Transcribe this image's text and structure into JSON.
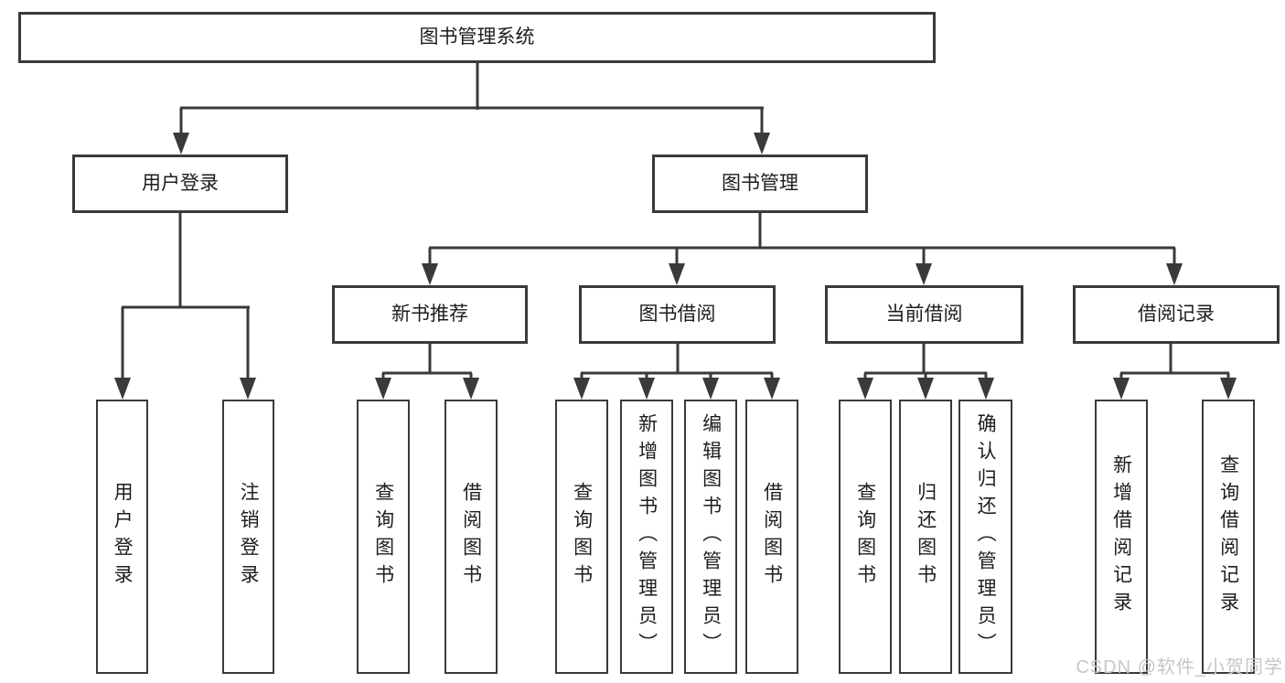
{
  "diagram": {
    "root": {
      "label": "图书管理系统"
    },
    "level2": [
      {
        "label": "用户登录"
      },
      {
        "label": "图书管理"
      }
    ],
    "level3": [
      {
        "label": "新书推荐"
      },
      {
        "label": "图书借阅"
      },
      {
        "label": "当前借阅"
      },
      {
        "label": "借阅记录"
      }
    ],
    "leaves": {
      "user_login": [
        "用户登录",
        "注销登录"
      ],
      "new_book": [
        "查询图书",
        "借阅图书"
      ],
      "book_borrow": [
        "查询图书",
        "新增图书（管理员）",
        "编辑图书（管理员）",
        "借阅图书"
      ],
      "current_borrow": [
        "查询图书",
        "归还图书",
        "确认归还（管理员）"
      ],
      "borrow_records": [
        "新增借阅记录",
        "查询借阅记录"
      ]
    },
    "colors": {
      "line": "#3a3a3a",
      "text": "#1d1d1d",
      "background": "#ffffff",
      "watermark": "#c3c7cb"
    }
  },
  "watermark": {
    "text": "CSDN @软件_小贺同学"
  }
}
